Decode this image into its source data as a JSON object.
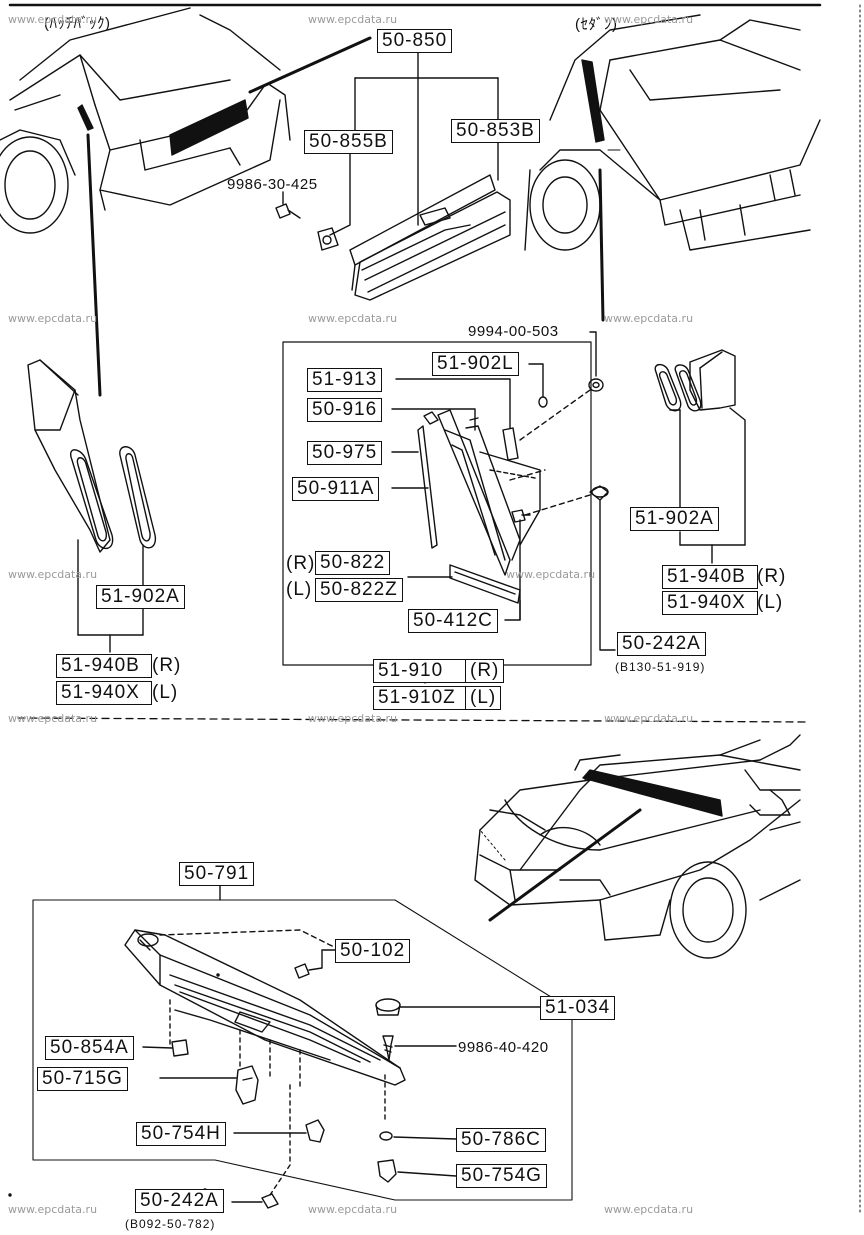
{
  "variants": {
    "hatchback": "(ﾊｯﾁﾊﾞｯｸ)",
    "sedan": "(ｾﾀﾞﾝ)"
  },
  "parts": {
    "p50_850": "50-850",
    "p50_855b": "50-855B",
    "p50_853b": "50-853B",
    "bolt_9986_30_425": "9986-30-425",
    "nut_9994_00_503": "9994-00-503",
    "p51_902l": "51-902L",
    "p51_913": "51-913",
    "p50_916": "50-916",
    "p50_975": "50-975",
    "p50_911a": "50-911A",
    "p50_822": "50-822",
    "p50_822z": "50-822Z",
    "p50_412c": "50-412C",
    "p51_910": "51-910",
    "p51_910z": "51-910Z",
    "p51_902a_left": "51-902A",
    "p51_940b_left": "51-940B",
    "p51_940x_left": "51-940X",
    "p51_902a_right": "51-902A",
    "p51_940b_right": "51-940B",
    "p51_940x_right": "51-940X",
    "p50_242a_mid": "50-242A",
    "note_b130": "(B130-51-919)",
    "p50_791": "50-791",
    "p50_102": "50-102",
    "p51_034": "51-034",
    "screw_9986_40_420": "9986-40-420",
    "p50_854a": "50-854A",
    "p50_715g": "50-715G",
    "p50_754h": "50-754H",
    "p50_786c": "50-786C",
    "p50_754g": "50-754G",
    "p50_242a_bottom": "50-242A",
    "note_b092": "(B092-50-782)"
  },
  "side": {
    "r": "(R)",
    "l": "(L)"
  },
  "watermark": "www.epcdata.ru"
}
